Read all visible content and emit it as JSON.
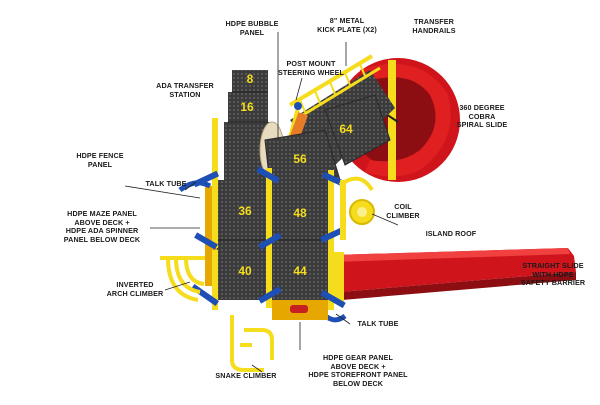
{
  "labels": {
    "hdpe_bubble_panel": "HDPE BUBBLE\nPANEL",
    "metal_kick_plate": "8\" METAL\nKICK PLATE (X2)",
    "transfer_handrails": "TRANSFER\nHANDRAILS",
    "post_mount_steering_wheel": "POST MOUNT\nSTEERING WHEEL",
    "ada_transfer_station": "ADA TRANSFER\nSTATION",
    "cobra_spiral_slide": "360 DEGREE\nCOBRA\nSPIRAL SLIDE",
    "hdpe_fence_panel": "HDPE FENCE\nPANEL",
    "talk_tube_upper": "TALK TUBE",
    "coil_climber": "COIL\nCLIMBER",
    "hdpe_maze_panel": "HDPE MAZE PANEL\nABOVE DECK +\nHDPE ADA SPINNER\nPANEL BELOW DECK",
    "island_roof": "ISLAND ROOF",
    "straight_slide": "STRAIGHT SLIDE\nWITH HDPE\nSAFETY BARRIER",
    "inverted_arch_climber": "INVERTED\nARCH CLIMBER",
    "talk_tube_lower": "TALK TUBE",
    "snake_climber": "SNAKE CLIMBER",
    "hdpe_gear_panel": "HDPE GEAR PANEL\nABOVE DECK +\nHDPE STOREFRONT PANEL\nBELOW DECK"
  },
  "deck_heights": {
    "transfer_8": "8",
    "transfer_16": "16",
    "deck_56": "56",
    "deck_64": "64",
    "deck_36": "36",
    "deck_48": "48",
    "deck_40": "40",
    "deck_44": "44"
  },
  "colors": {
    "deck": "#3a3a3a",
    "post_yellow": "#f5dc1c",
    "post_blue": "#1e4fb4",
    "slide_red": "#d0141b",
    "slide_dark": "#8c0d12",
    "label_text": "#1a1a1a",
    "leader_line": "#222222"
  }
}
